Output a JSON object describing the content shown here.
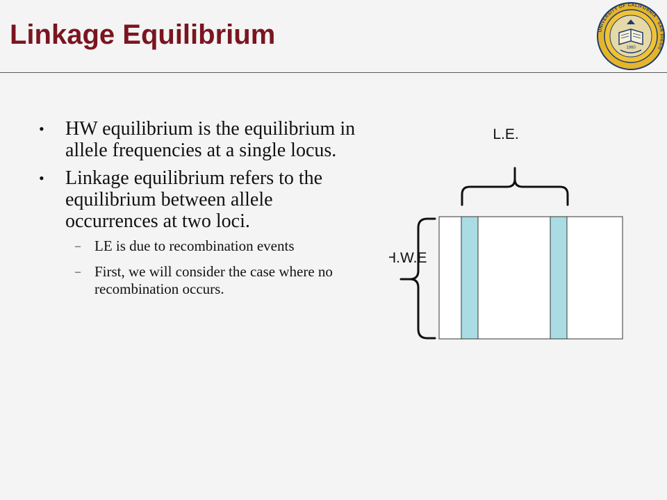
{
  "slide": {
    "title": "Linkage Equilibrium",
    "logo": {
      "text": "UNIVERSITY OF CALIFORNIA · SAN DIEGO",
      "year": "1960"
    }
  },
  "bullets": [
    {
      "text": "HW equilibrium is the equilibrium in allele frequencies at a single locus."
    },
    {
      "text": "Linkage equilibrium refers to the equilibrium between allele occurrences at two loci.",
      "sub": [
        {
          "text": "LE is due to recombination events"
        },
        {
          "text": "First, we will consider the case where no recombination occurs."
        }
      ]
    }
  ],
  "bullet_glyph": "•",
  "sub_glyph": "–",
  "diagram": {
    "le_label": "L.E.",
    "hwe_label": "H.W.E",
    "column_color": "#a9dde3"
  }
}
